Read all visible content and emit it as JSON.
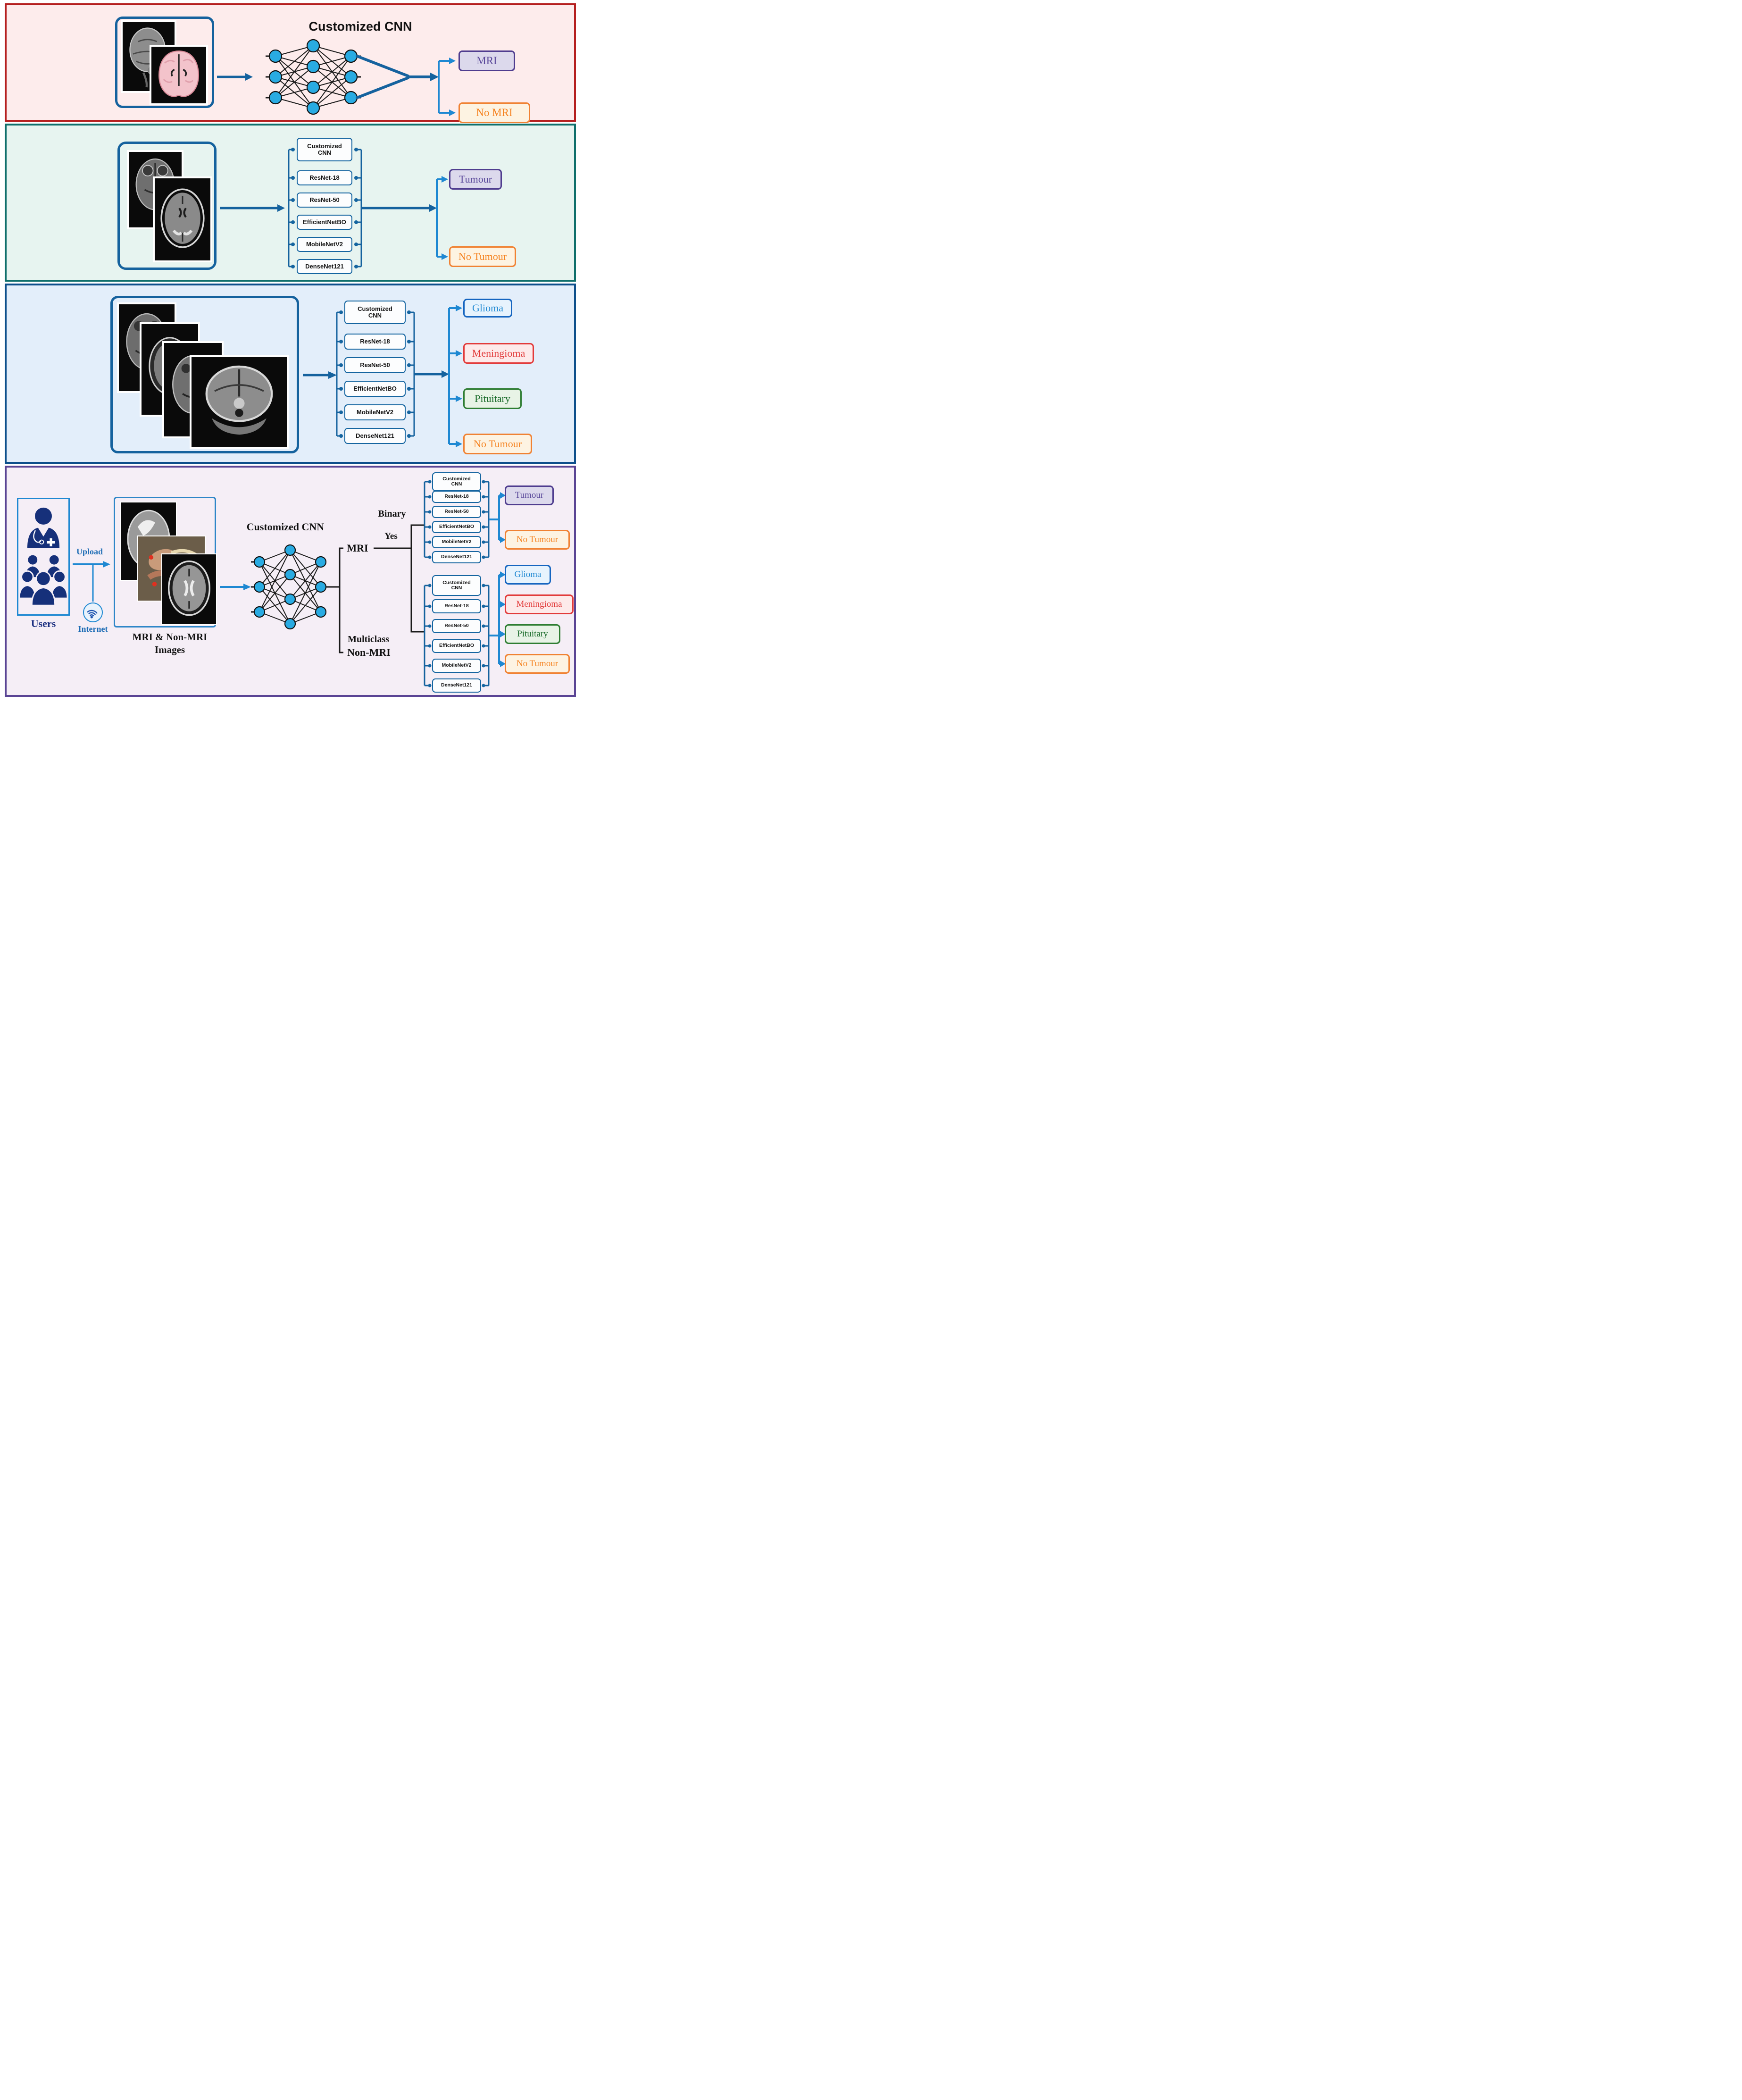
{
  "models": [
    "Customized CNN",
    "ResNet-18",
    "ResNet-50",
    "EfficientNetBO",
    "MobileNetV2",
    "DenseNet121"
  ],
  "panel1": {
    "title": "Customized CNN",
    "outputs": {
      "mri": "MRI",
      "no_mri": "No MRI"
    }
  },
  "panel2": {
    "outputs": {
      "tumour": "Tumour",
      "no_tumour": "No Tumour"
    }
  },
  "panel3": {
    "outputs": {
      "glioma": "Glioma",
      "meningioma": "Meningioma",
      "pituitary": "Pituitary",
      "no_tumour": "No Tumour"
    }
  },
  "panel4": {
    "users_label": "Users",
    "upload_label": "Upload",
    "internet_label": "Internet",
    "images_caption": "MRI & Non-MRI Images",
    "cnn_title": "Customized CNN",
    "branch_mri": "MRI",
    "branch_yes": "Yes",
    "branch_binary": "Binary",
    "branch_multiclass": "Multiclass",
    "branch_non_mri": "Non-MRI",
    "binary_outputs": {
      "tumour": "Tumour",
      "no_tumour": "No Tumour"
    },
    "multiclass_outputs": {
      "glioma": "Glioma",
      "meningioma": "Meningioma",
      "pituitary": "Pituitary",
      "no_tumour": "No Tumour"
    }
  },
  "colors": {
    "panel1_border": "#b51f1f",
    "panel1_bg": "#fdecec",
    "panel2_border": "#0f6f6b",
    "panel2_bg": "#e7f4f0",
    "panel3_border": "#0d4f8b",
    "panel3_bg": "#e3eefa",
    "panel4_border": "#5a4494",
    "panel4_bg": "#f5eef6",
    "dark_blue_line": "#15629e",
    "light_blue_line": "#1e88d2",
    "network_node": "#29abe2",
    "purple_box": "#4f3d8f",
    "orange_box": "#f08233",
    "blue_box": "#1565c0",
    "red_box": "#e23b3b",
    "green_box": "#2e7d32",
    "navy_icon": "#16307a"
  }
}
